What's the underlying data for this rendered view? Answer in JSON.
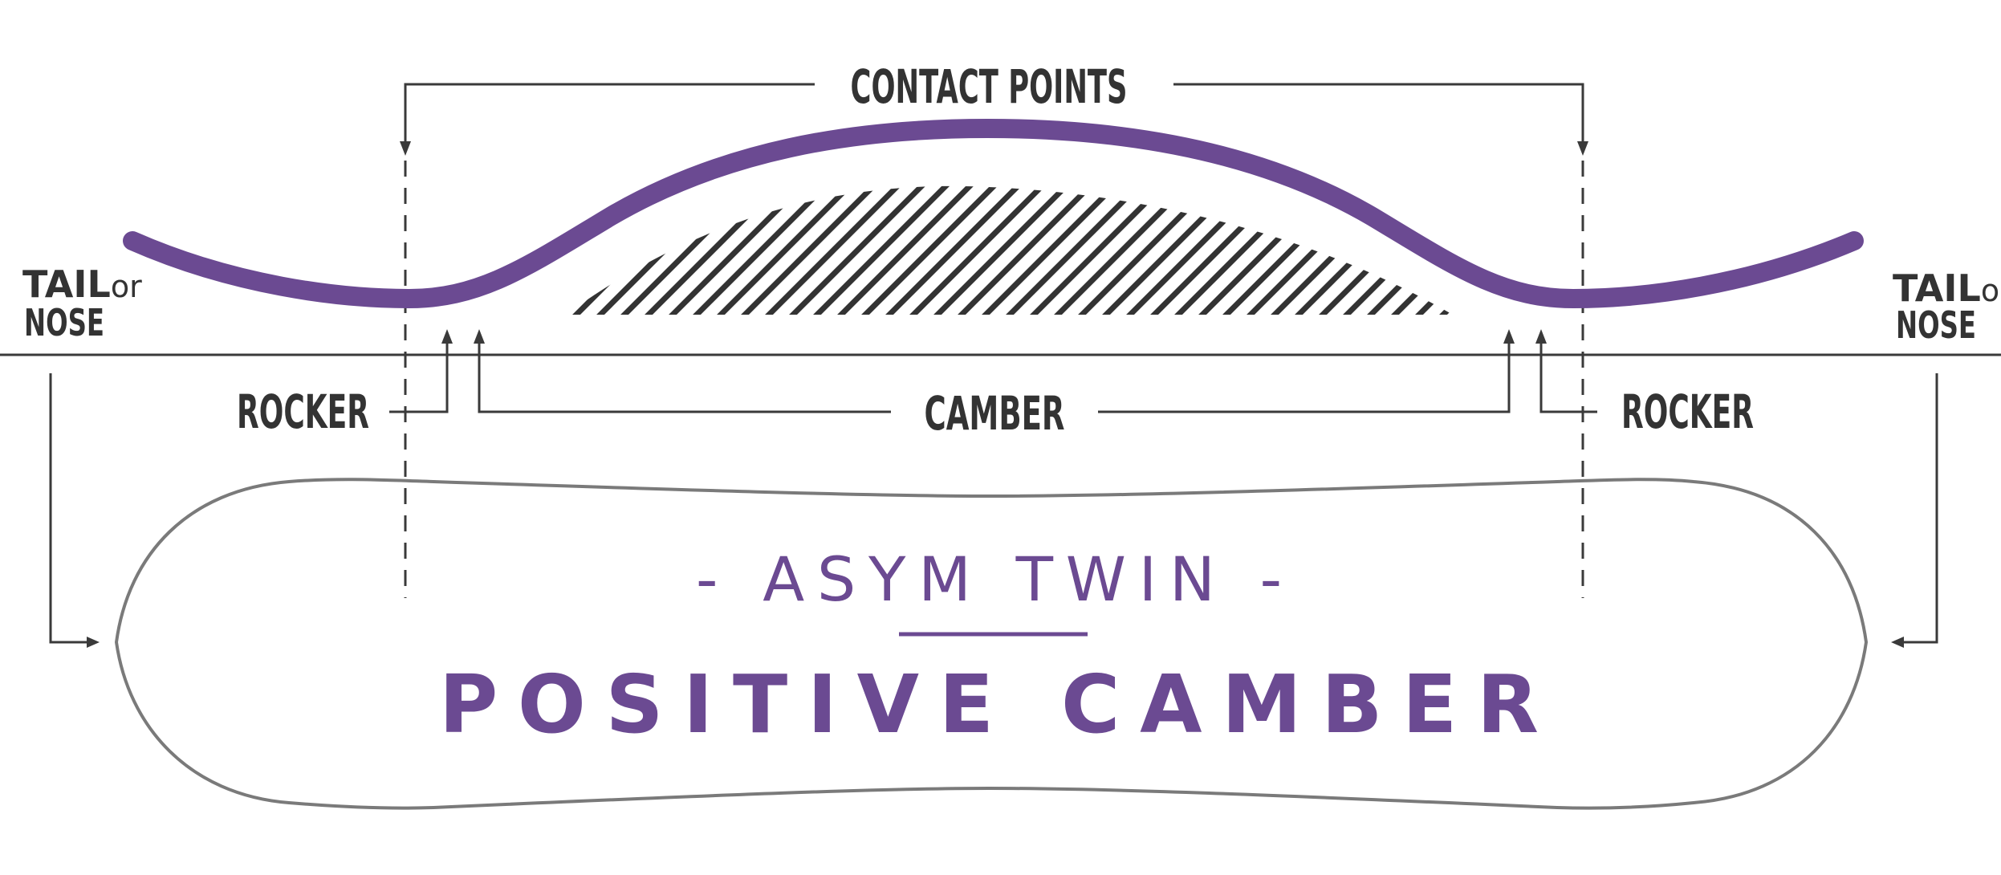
{
  "labels": {
    "contact_points": "CONTACT POINTS",
    "rocker_left": "ROCKER",
    "camber": "CAMBER",
    "rocker_right": "ROCKER",
    "end_left": {
      "tail": "TAIL",
      "or": "or",
      "nose": "NOSE"
    },
    "end_right": {
      "tail": "TAIL",
      "or": "or",
      "nose": "NOSE"
    }
  },
  "board": {
    "shape_name": "- ASYM TWIN -",
    "profile_name": "POSITIVE CAMBER"
  },
  "colors": {
    "accent": "#6b4a92",
    "line": "#3a3a3a",
    "text": "#333333",
    "outline": "#7a7a7a",
    "hatch": "#333333"
  }
}
